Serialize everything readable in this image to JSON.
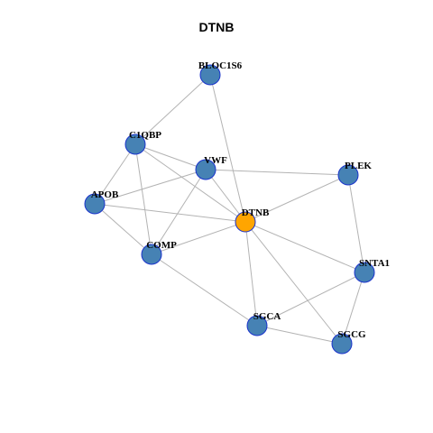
{
  "graph": {
    "title": "DTNB",
    "colors": {
      "node": "#4682b4",
      "center": "#ffa500",
      "outline": "#1a33cc",
      "edge": "#b3b3b3"
    },
    "nodes": [
      {
        "id": "DTNB",
        "label": "DTNB",
        "center": true
      },
      {
        "id": "BLOC1S6",
        "label": "BLOC1S6"
      },
      {
        "id": "C1QBP",
        "label": "C1QBP"
      },
      {
        "id": "VWF",
        "label": "VWF"
      },
      {
        "id": "PLEK",
        "label": "PLEK"
      },
      {
        "id": "APOB",
        "label": "APOB"
      },
      {
        "id": "COMP",
        "label": "COMP"
      },
      {
        "id": "SNTA1",
        "label": "SNTA1"
      },
      {
        "id": "SGCA",
        "label": "SGCA"
      },
      {
        "id": "SGCG",
        "label": "SGCG"
      }
    ],
    "edges": [
      [
        "BLOC1S6",
        "C1QBP"
      ],
      [
        "BLOC1S6",
        "DTNB"
      ],
      [
        "C1QBP",
        "VWF"
      ],
      [
        "C1QBP",
        "APOB"
      ],
      [
        "C1QBP",
        "COMP"
      ],
      [
        "C1QBP",
        "DTNB"
      ],
      [
        "VWF",
        "PLEK"
      ],
      [
        "VWF",
        "APOB"
      ],
      [
        "VWF",
        "COMP"
      ],
      [
        "VWF",
        "DTNB"
      ],
      [
        "PLEK",
        "DTNB"
      ],
      [
        "PLEK",
        "SNTA1"
      ],
      [
        "APOB",
        "DTNB"
      ],
      [
        "APOB",
        "COMP"
      ],
      [
        "COMP",
        "DTNB"
      ],
      [
        "COMP",
        "SGCA"
      ],
      [
        "DTNB",
        "SNTA1"
      ],
      [
        "DTNB",
        "SGCA"
      ],
      [
        "DTNB",
        "SGCG"
      ],
      [
        "SNTA1",
        "SGCA"
      ],
      [
        "SNTA1",
        "SGCG"
      ],
      [
        "SGCA",
        "SGCG"
      ]
    ]
  }
}
